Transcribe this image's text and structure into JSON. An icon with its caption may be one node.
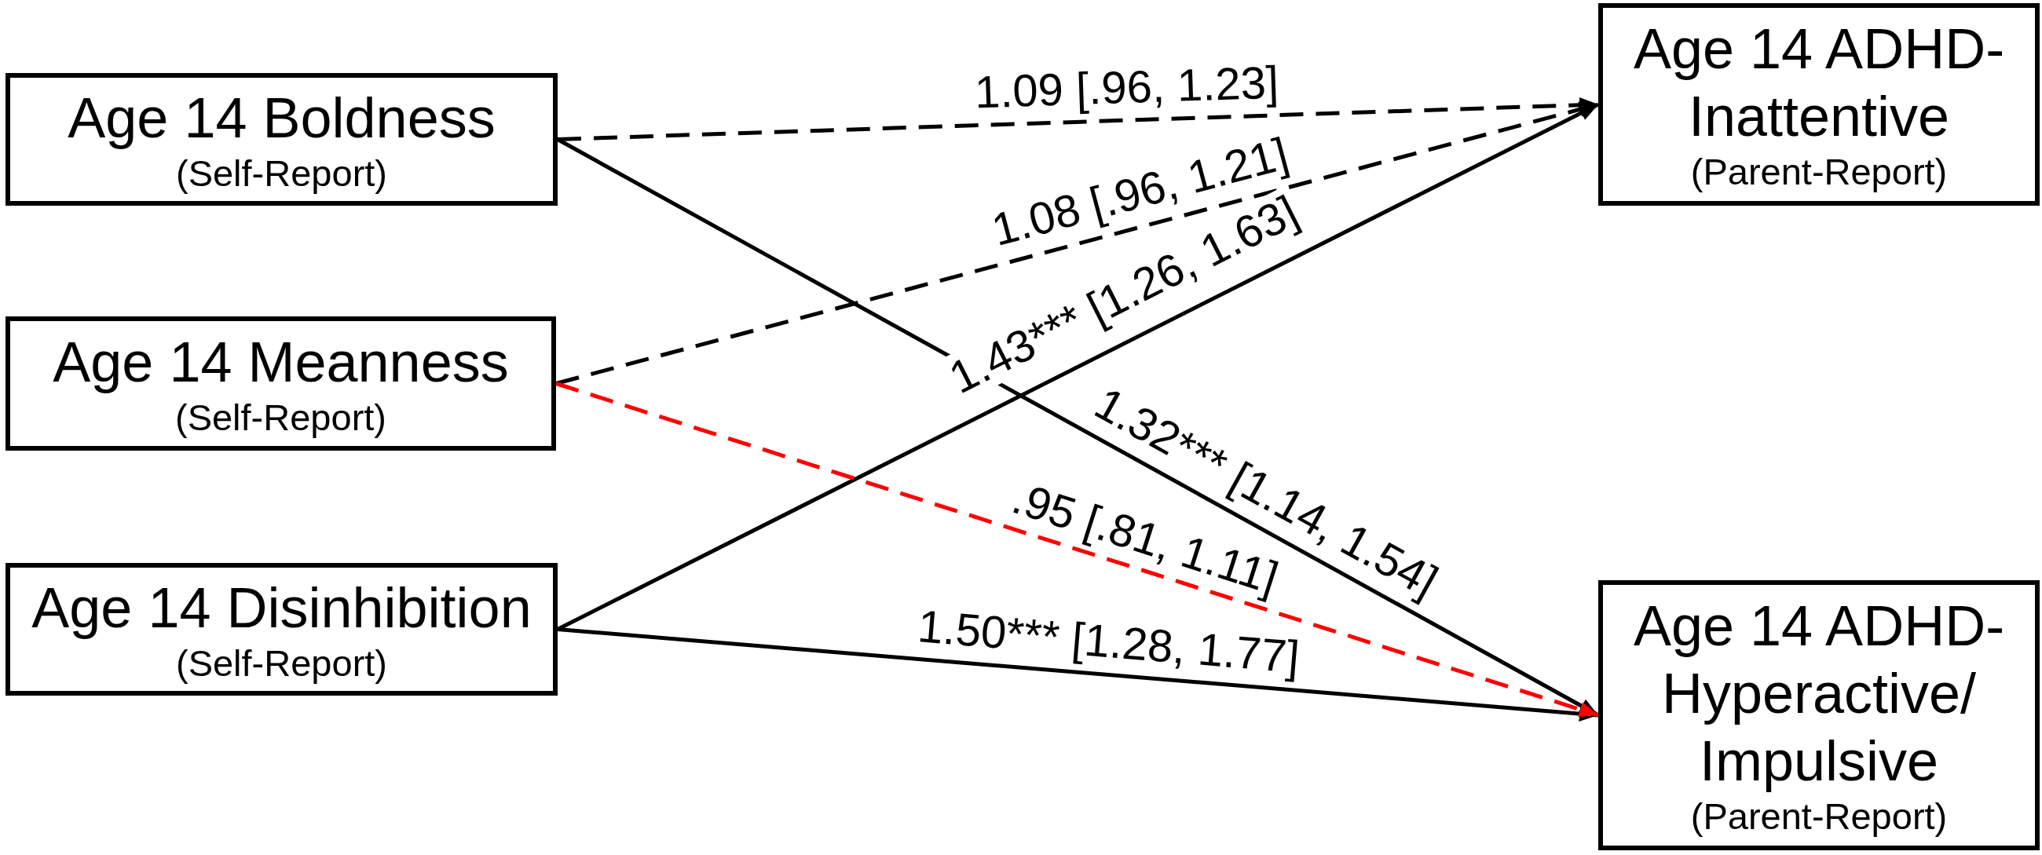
{
  "diagram": {
    "nodes": [
      {
        "text": [
          "Age 14 Boldness",
          "(Self-Report)"
        ]
      },
      {
        "text": [
          "Age 14 Meanness",
          "(Self-Report)"
        ]
      },
      {
        "text": [
          "Age 14 Disinhibition",
          "(Self-Report)"
        ]
      },
      {
        "text": [
          "Age 14 ADHD- Inattentive",
          "(Parent-Report)"
        ]
      },
      {
        "text": [
          "Age 14 ADHD- Hyperactive/ Impulsive",
          "(Parent-Report)"
        ]
      }
    ],
    "edges": [
      {
        "from": 0,
        "to": 3,
        "arrow": "to",
        "label": "1.09 [.96, 1.23]",
        "style": "dashed"
      },
      {
        "from": 0,
        "to": 4,
        "arrow": "to",
        "label": "1.32*** [1.14, 1.54]"
      },
      {
        "from": 1,
        "to": 3,
        "arrow": "to",
        "label": "1.08 [.96, 1.21]",
        "style": "dashed"
      },
      {
        "from": 1,
        "to": 4,
        "arrow": "to",
        "label": ".95 [.81, 1.11]",
        "style": "dashed",
        "color": "#ff0000"
      },
      {
        "from": 2,
        "to": 3,
        "arrow": "to",
        "label": "1.43*** [1.26, 1.63]"
      },
      {
        "from": 2,
        "to": 4,
        "arrow": "to",
        "label": "1.50*** [1.28, 1.77]"
      }
    ]
  }
}
